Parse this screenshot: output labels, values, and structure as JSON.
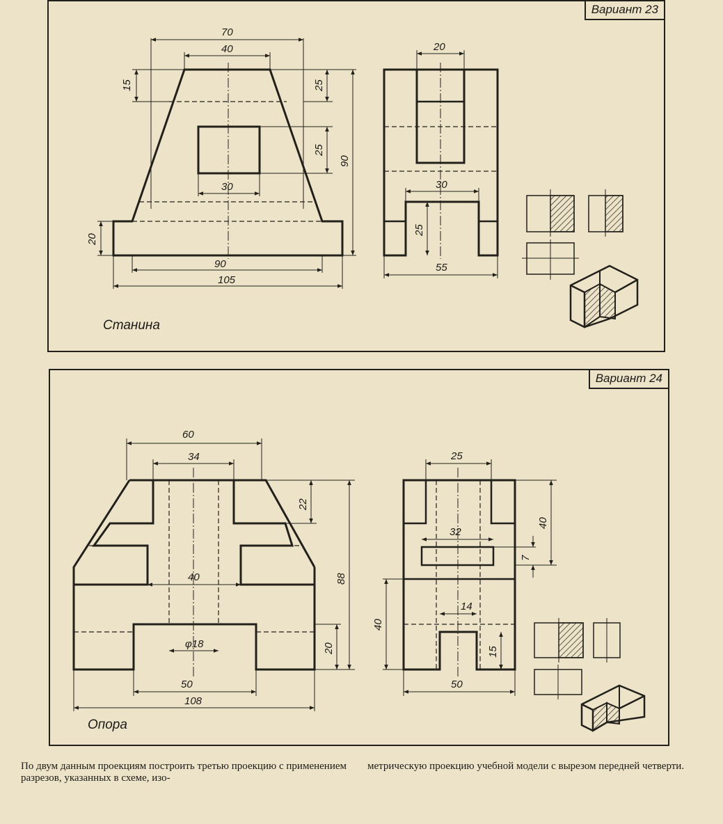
{
  "variant23": {
    "badge": "Вариант 23",
    "part_name": "Станина",
    "dims": {
      "w70": "70",
      "w40": "40",
      "h15": "15",
      "h25a": "25",
      "h25b": "25",
      "h90v": "90",
      "w30": "30",
      "h20": "20",
      "w90": "90",
      "w105": "105",
      "s20": "20",
      "s30": "30",
      "s25": "25",
      "s55": "55"
    }
  },
  "variant24": {
    "badge": "Вариант 24",
    "part_name": "Опора",
    "dims": {
      "w60": "60",
      "w34": "34",
      "h22": "22",
      "h88": "88",
      "w40": "40",
      "d18": "φ18",
      "h20": "20",
      "w50": "50",
      "w108": "108",
      "s25": "25",
      "s40v": "40",
      "s32": "32",
      "s7": "7",
      "s40l": "40",
      "s14": "14",
      "s15": "15",
      "s50": "50"
    }
  },
  "caption": {
    "left": "По двум данным проекциям построить третью проекцию с применением разрезов, указанных в схеме, изо-",
    "right": "метрическую проекцию учебной модели с вырезом передней четверти."
  }
}
